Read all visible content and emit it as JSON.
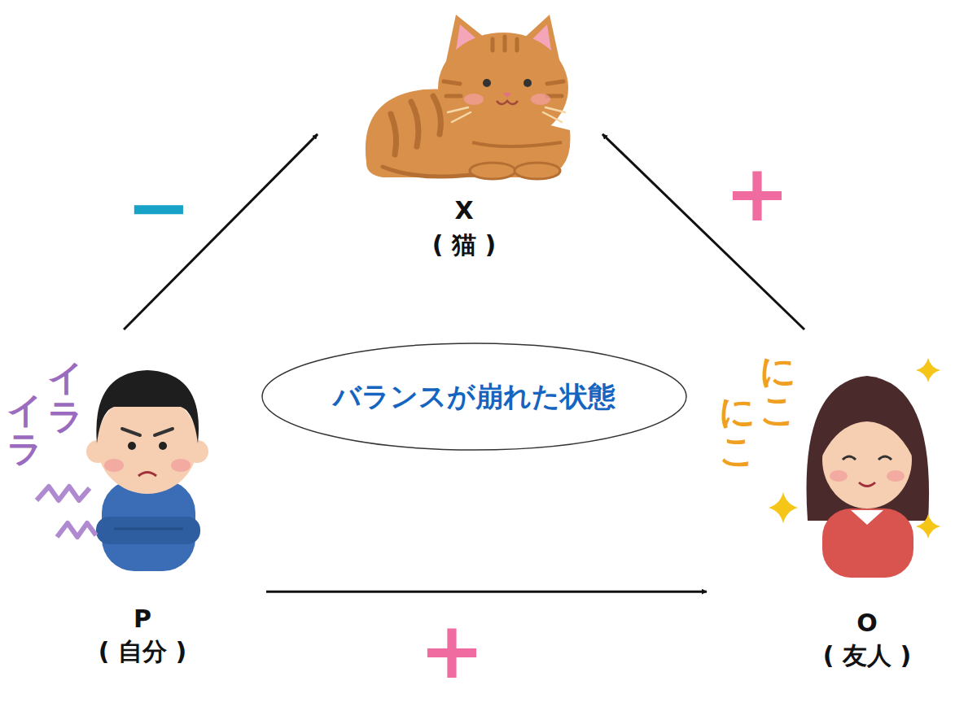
{
  "diagram": {
    "nodes": [
      {
        "text": [
          "X",
          "( 猫 )"
        ]
      },
      {
        "text": [
          "バランスが崩れた状態"
        ]
      },
      {
        "text": [
          "P",
          "( 自分 )"
        ]
      },
      {
        "text": [
          "O",
          "( 友人 )"
        ]
      }
    ],
    "edges": [
      {
        "from": 2,
        "to": 0,
        "arrow": "to",
        "label": "−"
      },
      {
        "from": 3,
        "to": 0,
        "arrow": "to",
        "label": "+"
      },
      {
        "from": 2,
        "to": 3,
        "arrow": "to",
        "label": "+"
      }
    ],
    "labels": [
      "イラ",
      "イラ",
      "にこ",
      "にこ"
    ]
  }
}
